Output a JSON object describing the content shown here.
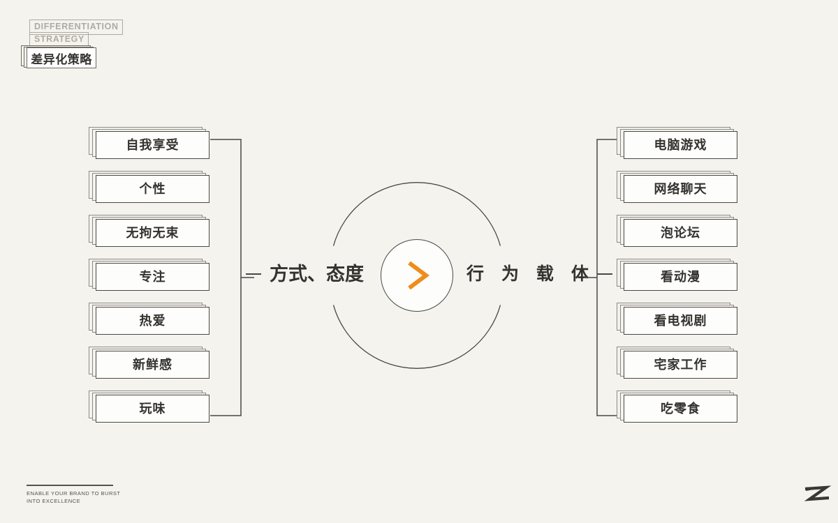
{
  "page": {
    "background_color": "#F5F3EE",
    "accent_color": "#F08C1A",
    "line_color": "#4A4845",
    "text_color": "#33322F"
  },
  "brand": {
    "en_line_1": "DIFFERENTIATION",
    "en_line_2": "STRATEGY",
    "cn_title": "差异化策略"
  },
  "hub": {
    "left_label": "方式、态度",
    "right_label": "行 为 载 体",
    "center_icon": "chevron-right-icon"
  },
  "left_column": {
    "items": [
      {
        "label": "自我享受"
      },
      {
        "label": "个性"
      },
      {
        "label": "无拘无束"
      },
      {
        "label": "专注"
      },
      {
        "label": "热爱"
      },
      {
        "label": "新鲜感"
      },
      {
        "label": "玩味"
      }
    ]
  },
  "right_column": {
    "items": [
      {
        "label": "电脑游戏"
      },
      {
        "label": "网络聊天"
      },
      {
        "label": "泡论坛"
      },
      {
        "label": "看动漫"
      },
      {
        "label": "看电视剧"
      },
      {
        "label": "宅家工作"
      },
      {
        "label": "吃零食"
      }
    ]
  },
  "footer": {
    "tagline_line_1": "ENABLE YOUR BRAND TO BURST",
    "tagline_line_2": "INTO EXCELLENCE",
    "mark": "z-monogram-icon"
  }
}
